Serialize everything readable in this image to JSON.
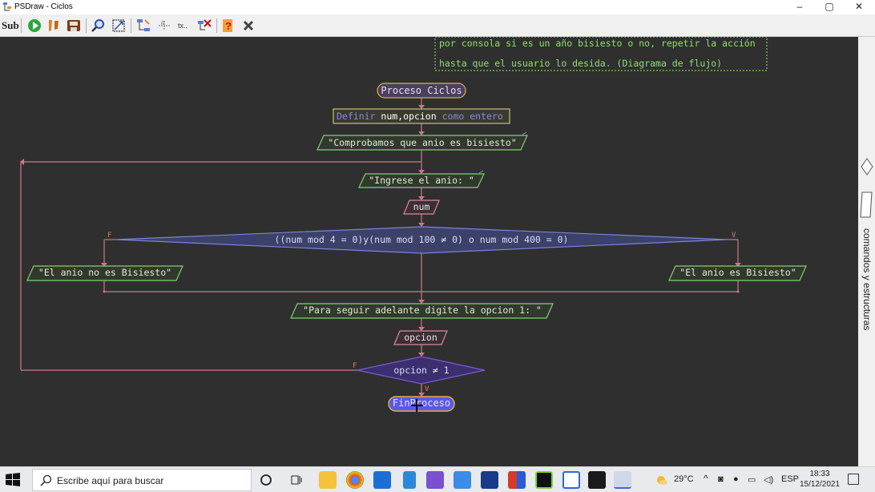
{
  "window": {
    "title": "PSDraw - Ciclos",
    "controls": [
      "–",
      "▢",
      "✕"
    ]
  },
  "toolbar": {
    "items": [
      "sub-icon",
      "run-icon",
      "step-icon",
      "save-icon",
      "zoom-icon",
      "fit-icon",
      "draw-icon",
      "comment-icon",
      "text-icon",
      "delete-icon",
      "help-icon",
      "close-icon"
    ],
    "sub_label": "Sub"
  },
  "flowchart": {
    "header_line1": "por consola si es un año bisiesto o no, repetir la acción",
    "header_line2": "hasta que el usuario lo desida. (Diagrama de flujo)",
    "start_label": "Proceso Ciclos",
    "define_kw": "Definir",
    "define_vars": "num,opcion",
    "define_type": "como entero",
    "output1": "\"Comprobamos que anio es bisiesto\"",
    "output2": "\"Ingrese el anio: \"",
    "input1": "num",
    "decision1": "((num mod 4 = 0)y(num mod 100 ≠ 0) o num mod 400 = 0)",
    "decision1_false": "F",
    "decision1_true": "V",
    "output_false": "\"El anio no es Bisiesto\"",
    "output_true": "\"El anio es Bisiesto\"",
    "output3": "\"Para seguir adelante digite la opcion 1: \"",
    "input2": "opcion",
    "decision2": "opcion ≠ 1",
    "decision2_false": "F",
    "decision2_true": "V",
    "end_label": "FinProceso"
  },
  "side_panel": {
    "label": "comandos y estructuras"
  },
  "taskbar": {
    "search_placeholder": "Escribe aquí para buscar",
    "weather": "29°C",
    "language": "ESP",
    "time": "18:33",
    "date": "15/12/2021"
  },
  "colors": {
    "canvas_bg": "#2f2f2f",
    "comment_text": "#8ee26a",
    "output_border": "#7fd36b",
    "input_border": "#d98a9a",
    "define_border": "#c9c46a",
    "terminal_fill": "#4b3f5e",
    "decision_fill": "#3b4168",
    "arrow": "#c97a86"
  }
}
